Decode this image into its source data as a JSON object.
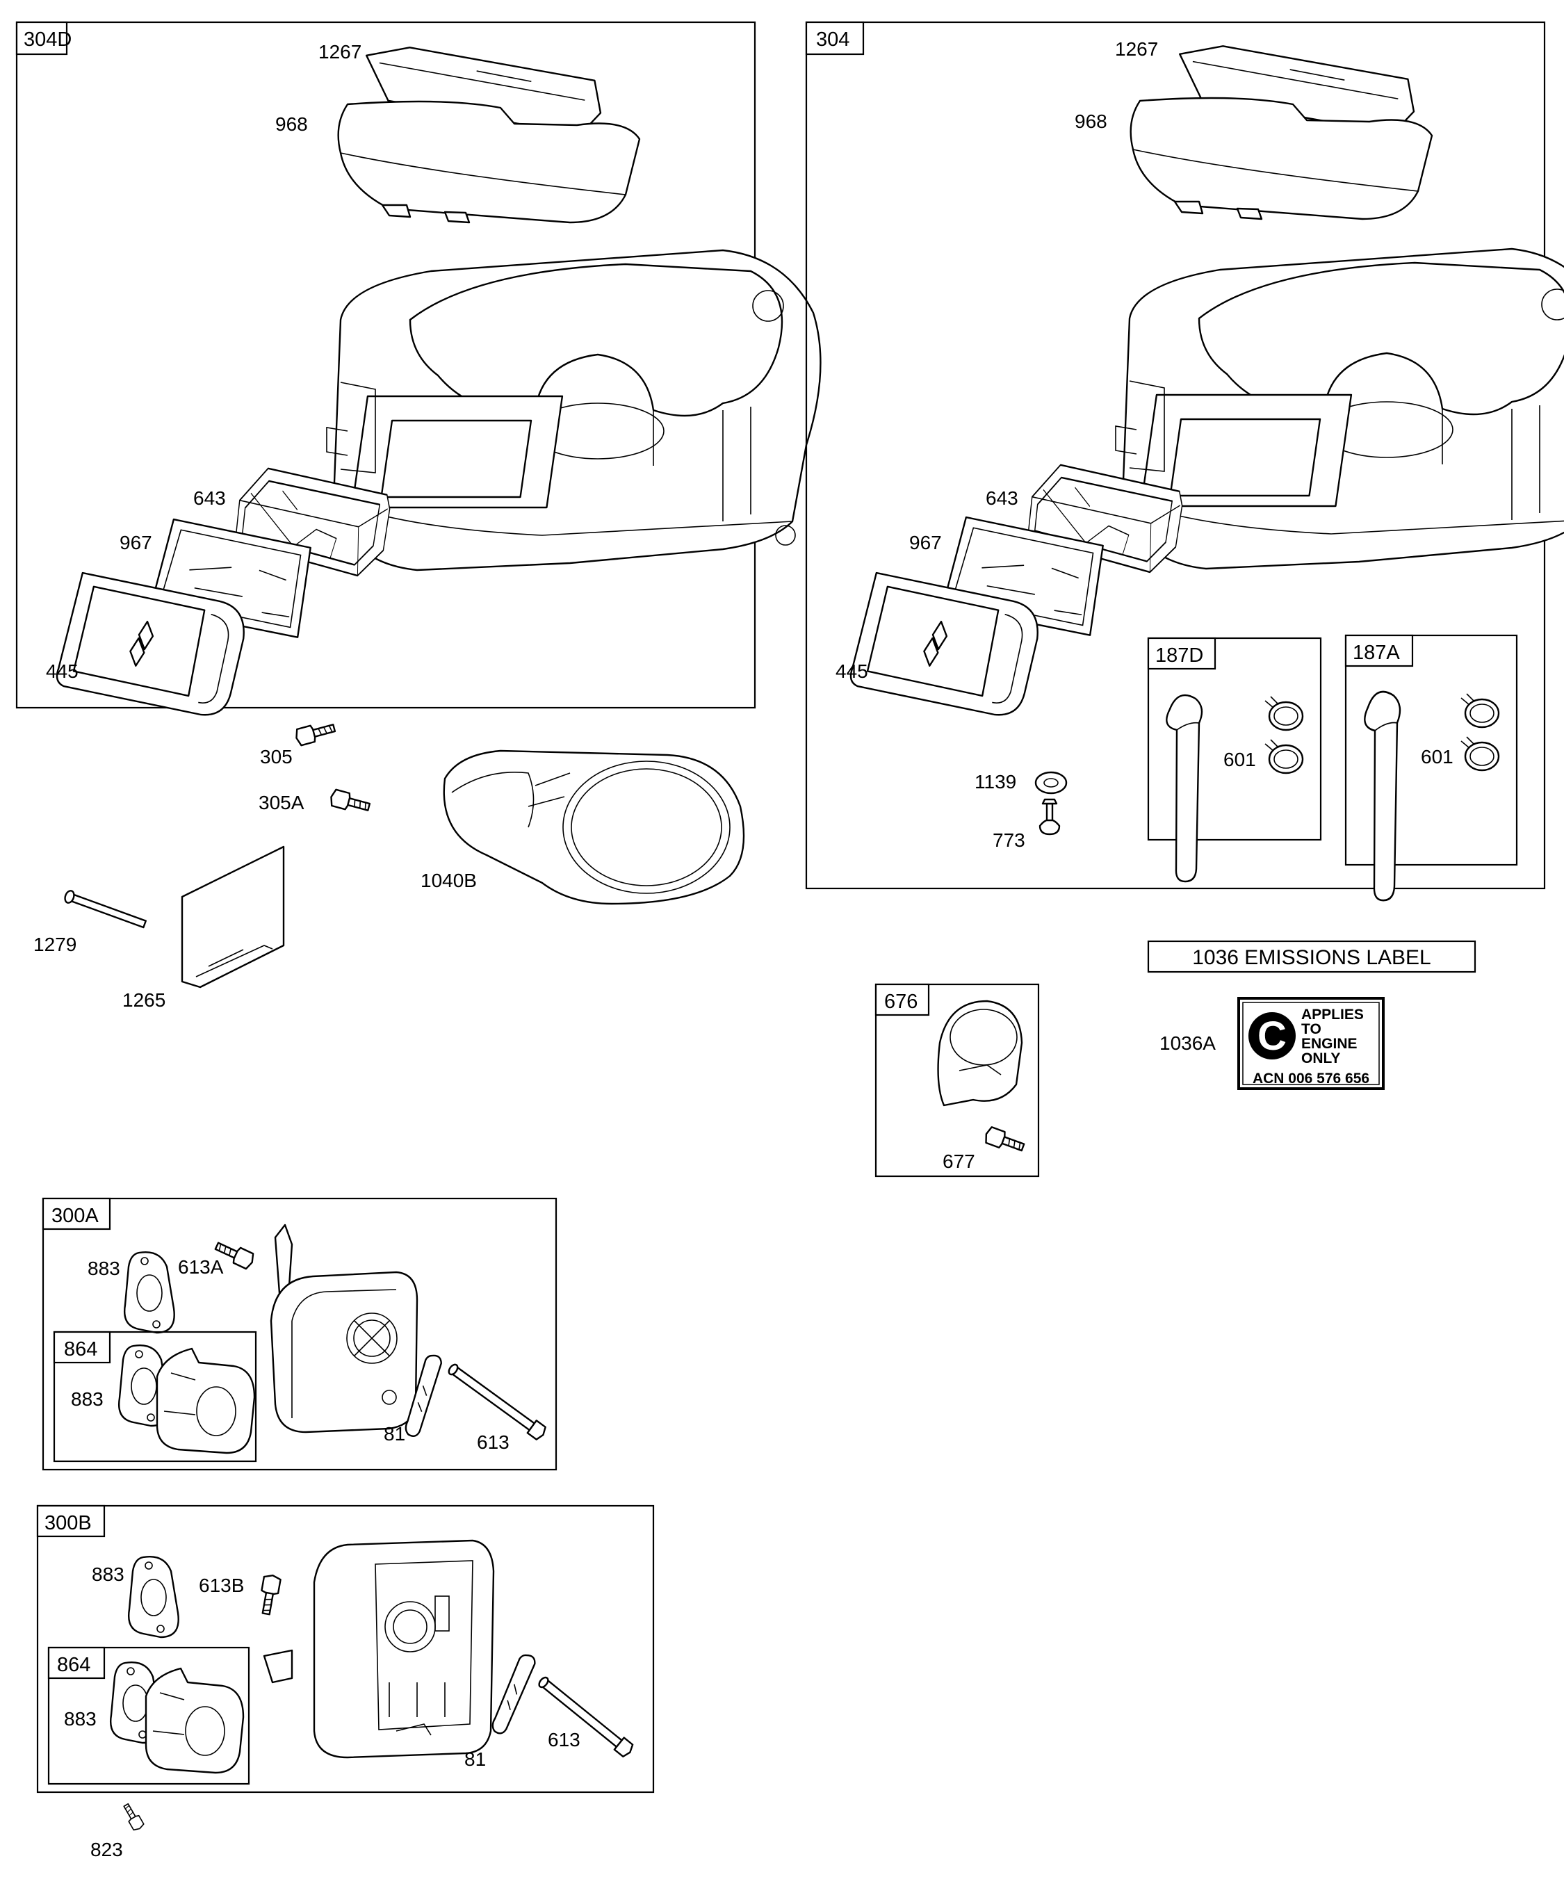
{
  "panels": {
    "p304d": {
      "title": "304D",
      "labels": {
        "l1267": "1267",
        "l968": "968",
        "l643": "643",
        "l967": "967",
        "l445": "445"
      }
    },
    "p304": {
      "title": "304",
      "labels": {
        "l1267": "1267",
        "l968": "968",
        "l643": "643",
        "l967": "967",
        "l445": "445",
        "l1139": "1139",
        "l773": "773"
      }
    },
    "p187d": {
      "title": "187D",
      "label601": "601"
    },
    "p187a": {
      "title": "187A",
      "label601": "601"
    },
    "p676": {
      "title": "676",
      "label677": "677"
    },
    "p300a": {
      "title": "300A",
      "labels": {
        "l883": "883",
        "l613a": "613A",
        "l81": "81",
        "l613": "613"
      }
    },
    "p864a": {
      "title": "864",
      "label883": "883"
    },
    "p300b": {
      "title": "300B",
      "labels": {
        "l883": "883",
        "l613b": "613B",
        "l81": "81",
        "l613": "613"
      }
    },
    "p864b": {
      "title": "864",
      "label883": "883"
    }
  },
  "loose": {
    "l305": "305",
    "l305a": "305A",
    "l1040b": "1040B",
    "l1279": "1279",
    "l1265": "1265",
    "l823": "823"
  },
  "emissions": {
    "header": "1036 EMISSIONS LABEL",
    "part_label": "1036A",
    "logo_letter": "C",
    "text_lines": [
      "APPLIES",
      "TO",
      "ENGINE",
      "ONLY"
    ],
    "acn": "ACN 006 576 656"
  }
}
